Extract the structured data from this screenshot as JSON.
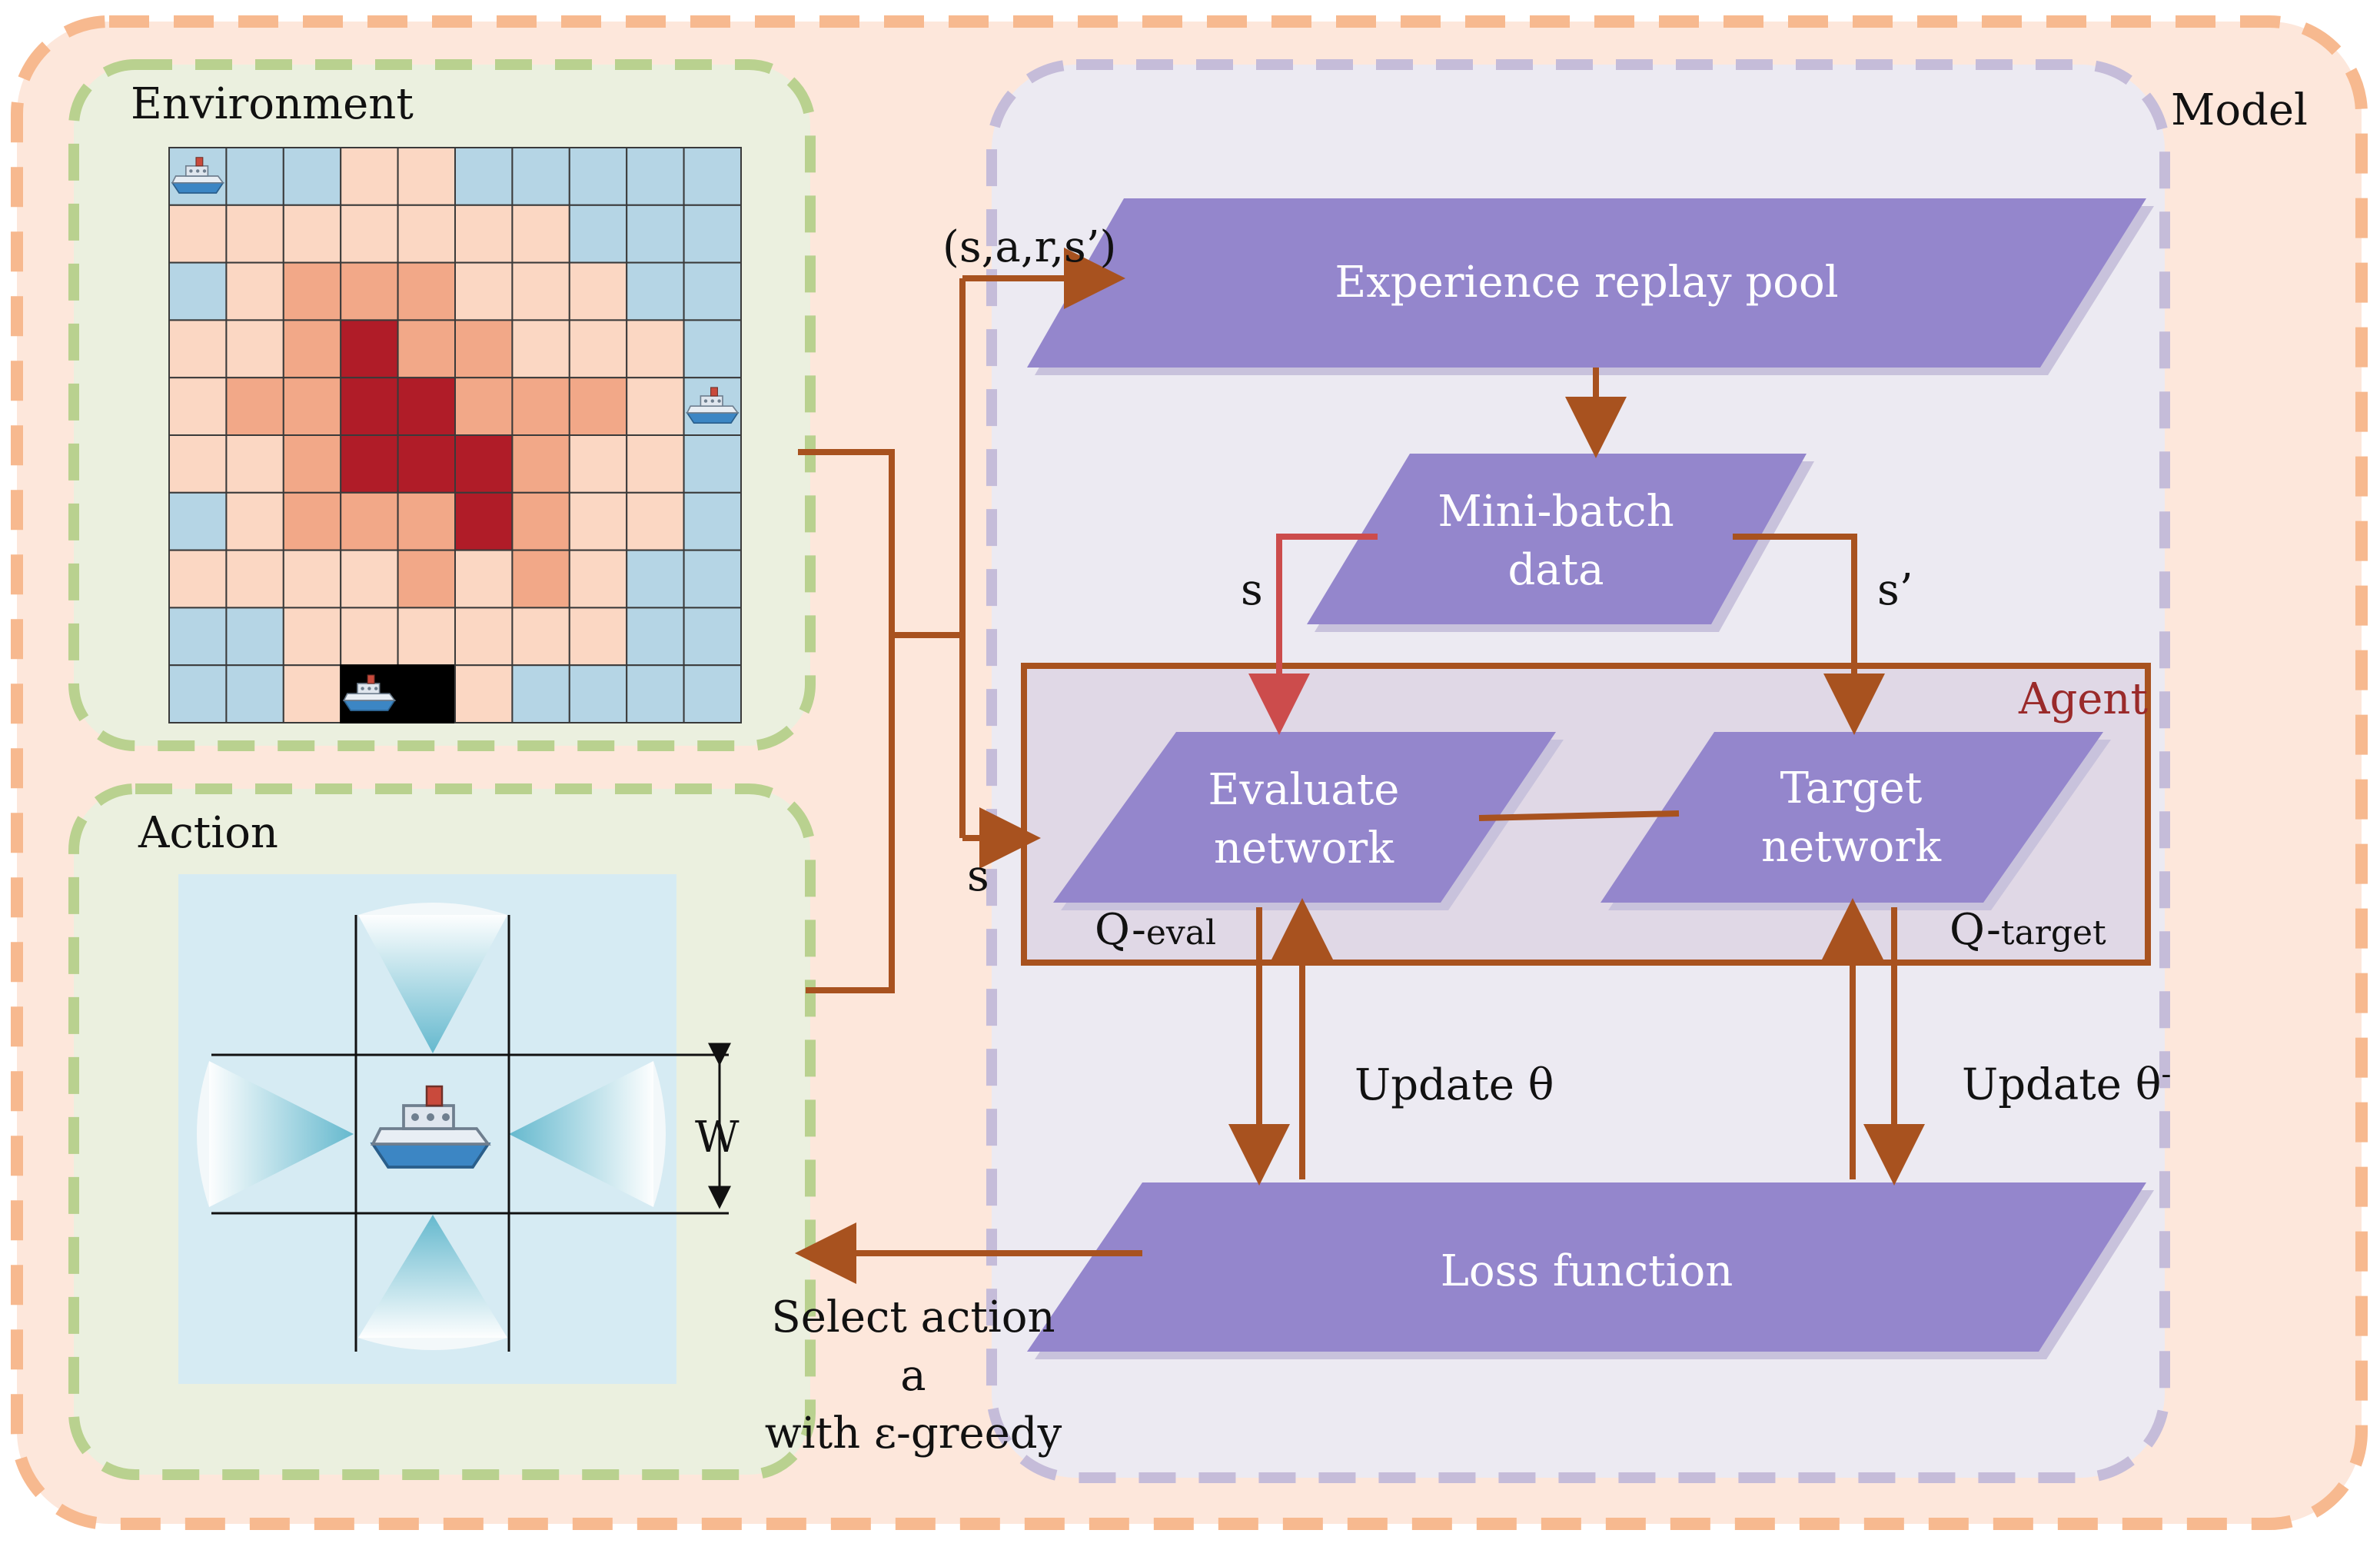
{
  "regions": {
    "environment_title": "Environment",
    "action_title": "Action",
    "model_title": "Model",
    "agent_title": "Agent"
  },
  "nodes": {
    "replay_pool": "Experience replay pool",
    "mini_batch_line1": "Mini-batch",
    "mini_batch_line2": "data",
    "evaluate_line1": "Evaluate",
    "evaluate_line2": "network",
    "target_line1": "Target",
    "target_line2": "network",
    "loss": "Loss function"
  },
  "edge_labels": {
    "transition": "(s,a,r,s’)",
    "state_left": "s",
    "state_next": "s’",
    "state_input": "s",
    "q_eval_prefix": "Q-",
    "q_eval_sub": "eval",
    "q_target_prefix": "Q-",
    "q_target_sub": "target",
    "update_theta": "Update θ",
    "update_theta_minus": "Update θ",
    "update_theta_minus_sup": "-",
    "select_line1": "Select action a",
    "select_line2": "with ε-greedy",
    "width": "W"
  },
  "colors": {
    "outer_fill": "#fde7db",
    "outer_border": "#f7b98f",
    "green_fill": "#ebf0df",
    "green_border": "#b9d18f",
    "model_fill": "#eceaf2",
    "model_border": "#c5bcd9",
    "agent_fill": "#e0d8e6",
    "agent_border": "#a8521f",
    "node_fill": "#9486cc",
    "node_shadow": "#c8c2dc",
    "arrow": "#a8521f",
    "arrow_red": "#cc4c4c",
    "water": "#b5d5e5",
    "land_light": "#fbd7c3",
    "land_mid": "#f2a888",
    "land_dark": "#b01c28",
    "obstacle": "#000000",
    "action_bg": "#d6ebf3"
  },
  "grid": {
    "rows": 10,
    "cols": 10,
    "legend": {
      "W": "water",
      "L": "low",
      "M": "medium",
      "H": "high",
      "B": "obstacle"
    },
    "cells": [
      "WWWLLWWWWW",
      "LLLLLLLWWW",
      "WLMMMLLLWW",
      "LLMHMMLLLW",
      "LMMHHMMMLW",
      "LLMHHHMLLW",
      "WLMMMHMLLW",
      "LLLLMLMLWW",
      "WWLLLLLLWW",
      "WWLBBLWWWW"
    ],
    "ships": [
      {
        "row": 0,
        "col": 0
      },
      {
        "row": 4,
        "col": 9
      },
      {
        "row": 9,
        "col": 3
      }
    ]
  }
}
